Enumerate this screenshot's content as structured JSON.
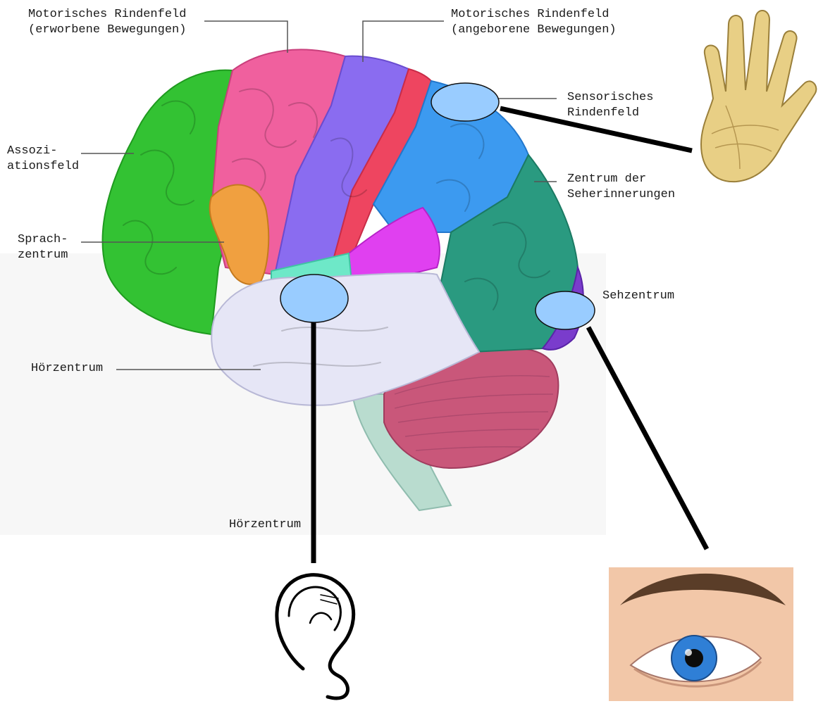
{
  "labels": {
    "motor_acquired": {
      "line1": "Motorisches Rindenfeld",
      "line2": "(erworbene Bewegungen)"
    },
    "motor_innate": {
      "line1": "Motorisches Rindenfeld",
      "line2": "(angeborene Bewegungen)"
    },
    "sensory": {
      "line1": "Sensorisches",
      "line2": "Rindenfeld"
    },
    "association": {
      "line1": "Assozi-",
      "line2": "ationsfeld"
    },
    "visual_memory": {
      "line1": "Zentrum der",
      "line2": "Seherinnerungen"
    },
    "speech": {
      "line1": "Sprach-",
      "line2": "zentrum"
    },
    "visual_center": "Sehzentrum",
    "auditory_left": "Hörzentrum",
    "auditory_bottom": "Hörzentrum"
  },
  "regions": [
    {
      "name": "Assoziationsfeld",
      "color": "#33c233"
    },
    {
      "name": "Motorisches Rindenfeld (erworbene Bewegungen)",
      "color": "#f0609e"
    },
    {
      "name": "Motorisches Rindenfeld (angeborene Bewegungen)",
      "color": "#8a6cf0"
    },
    {
      "name": "Sensorisches Rindenfeld",
      "color": "#ee4560"
    },
    {
      "name": "Zentrum der Seherinnerungen",
      "color": "#2a9a80"
    },
    {
      "name": "Sprachzentrum",
      "color": "#f0a040"
    },
    {
      "name": "Hörzentrum",
      "color": "#e6e6f6"
    },
    {
      "name": "Sehzentrum",
      "color": "#7a3ccc"
    }
  ],
  "markers": [
    {
      "name": "marker-sensory",
      "color": "#99ccff"
    },
    {
      "name": "marker-auditory",
      "color": "#99ccff"
    },
    {
      "name": "marker-visual",
      "color": "#99ccff"
    }
  ],
  "icons": [
    "hand-icon",
    "ear-icon",
    "eye-icon"
  ]
}
